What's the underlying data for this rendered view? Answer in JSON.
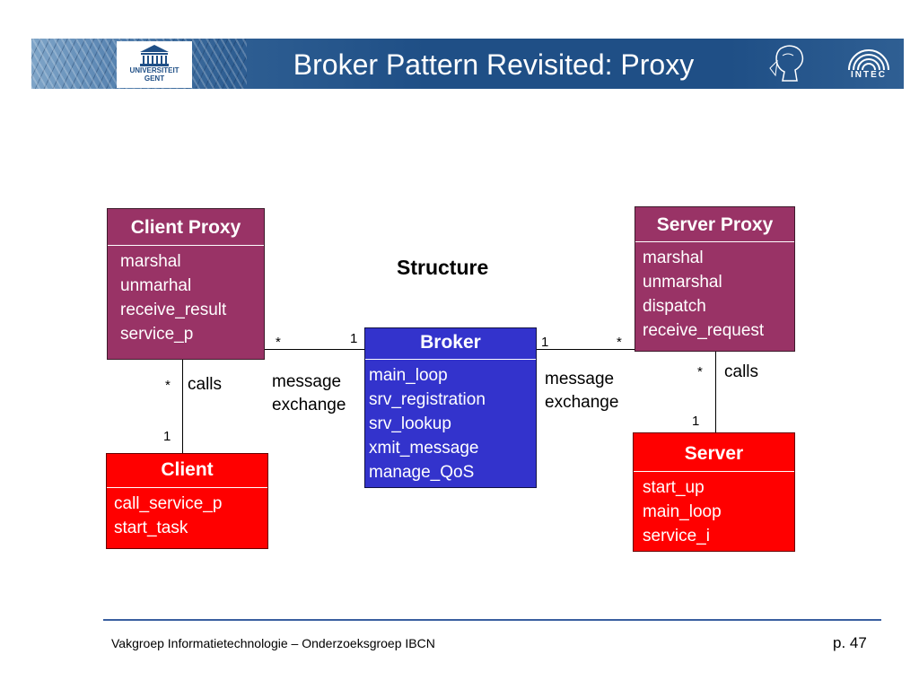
{
  "header": {
    "title": "Broker Pattern Revisited: Proxy",
    "university_logo_text": [
      "UNIVERSITEIT",
      "GENT"
    ],
    "intec_logo_text": "INTEC"
  },
  "diagram": {
    "heading": "Structure",
    "classes": {
      "client_proxy": {
        "name": "Client Proxy",
        "methods": [
          "marshal",
          "unmarhal",
          "receive_result",
          "service_p"
        ]
      },
      "server_proxy": {
        "name": "Server Proxy",
        "methods": [
          "marshal",
          "unmarshal",
          "dispatch",
          "receive_request"
        ]
      },
      "broker": {
        "name": "Broker",
        "methods": [
          "main_loop",
          "srv_registration",
          "srv_lookup",
          "xmit_message",
          "manage_QoS"
        ]
      },
      "client": {
        "name": "Client",
        "methods": [
          "call_service_p",
          "start_task"
        ]
      },
      "server": {
        "name": "Server",
        "methods": [
          "start_up",
          "main_loop",
          "service_i"
        ]
      }
    },
    "associations": {
      "client_proxy_broker": {
        "label": [
          "message",
          "exchange"
        ],
        "mult_left": "*",
        "mult_right": "1"
      },
      "broker_server_proxy": {
        "label": [
          "message",
          "exchange"
        ],
        "mult_left": "1",
        "mult_right": "*"
      },
      "client_client_proxy": {
        "label": "calls",
        "mult_top": "*",
        "mult_bottom": "1"
      },
      "server_server_proxy": {
        "label": "calls",
        "mult_top": "*",
        "mult_bottom": "1"
      }
    },
    "colors": {
      "proxy_fill": "#993366",
      "client_server_fill": "#ff0000",
      "broker_fill": "#3333cc"
    }
  },
  "footer": {
    "text": "Vakgroep Informatietechnologie – Onderzoeksgroep IBCN",
    "page": "p. 47"
  }
}
